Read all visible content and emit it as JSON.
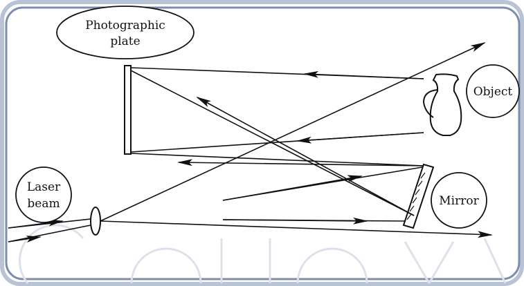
{
  "labels": {
    "photographic_plate_line1": "Photographic",
    "photographic_plate_line2": "plate",
    "object": "Object",
    "laser_line1": "Laser",
    "laser_line2": "beam",
    "mirror": "Mirror"
  },
  "colors": {
    "frame_border": "#7b8fad",
    "frame_outer": "#b9c3d6",
    "ink": "#111111",
    "watermark": "#dde2ea"
  }
}
